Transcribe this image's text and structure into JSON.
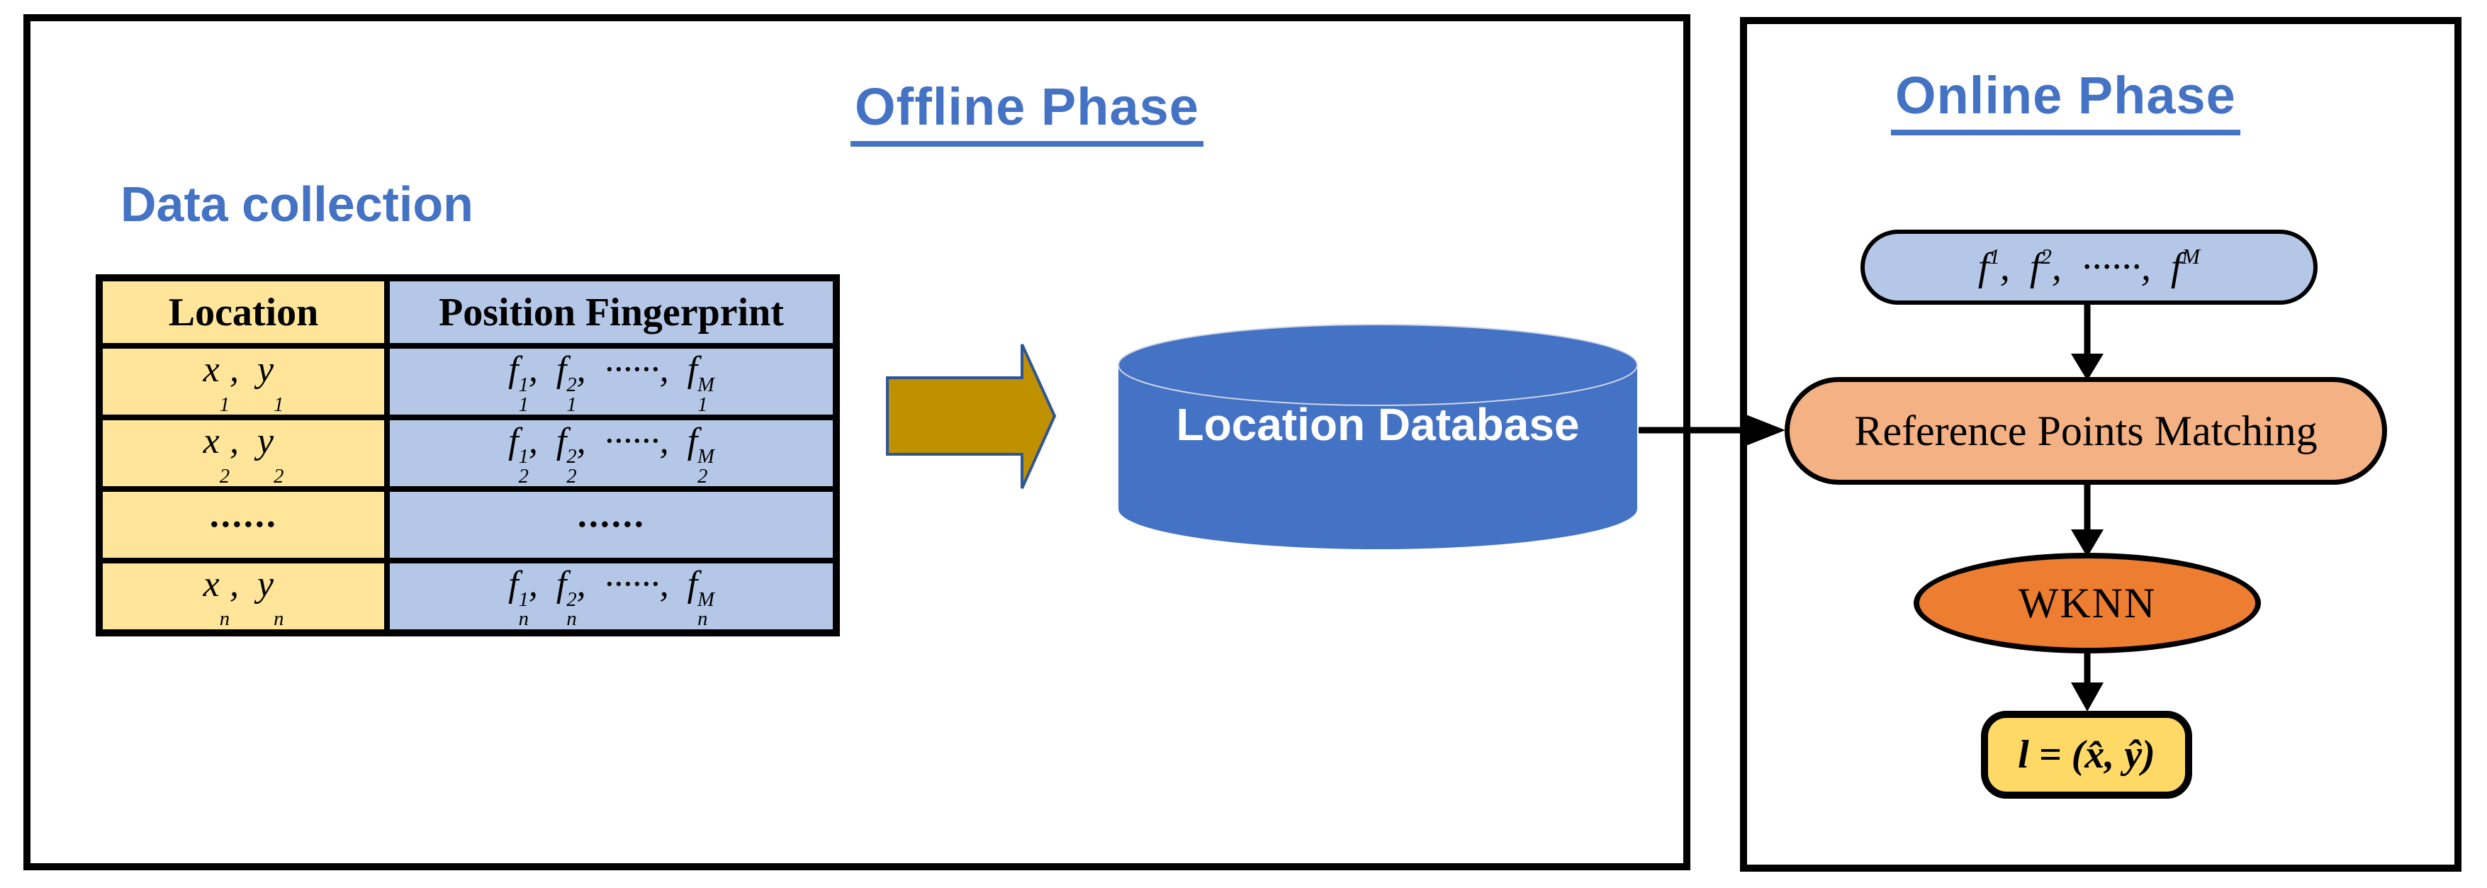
{
  "offline": {
    "title": "Offline Phase",
    "section_label": "Data collection",
    "table": {
      "headers": [
        "Location",
        "Position Fingerprint"
      ],
      "rows": [
        {
          "location": [
            {
              "t": "x",
              "sub": "1"
            },
            {
              "t": ",  "
            },
            {
              "t": "y",
              "sub": "1"
            }
          ],
          "fingerprint": [
            {
              "t": "f",
              "sub": "1",
              "sup": "1"
            },
            {
              "t": ",  "
            },
            {
              "t": "f",
              "sub": "1",
              "sup": "2"
            },
            {
              "t": ",  ······,  "
            },
            {
              "t": "f",
              "sub": "1",
              "sup": "M"
            }
          ]
        },
        {
          "location": [
            {
              "t": "x",
              "sub": "2"
            },
            {
              "t": ",  "
            },
            {
              "t": "y",
              "sub": "2"
            }
          ],
          "fingerprint": [
            {
              "t": "f",
              "sub": "2",
              "sup": "1"
            },
            {
              "t": ",  "
            },
            {
              "t": "f",
              "sub": "2",
              "sup": "2"
            },
            {
              "t": ",  ······,  "
            },
            {
              "t": "f",
              "sub": "2",
              "sup": "M"
            }
          ]
        },
        {
          "location": [
            {
              "t": "······"
            }
          ],
          "fingerprint": [
            {
              "t": "······"
            }
          ]
        },
        {
          "location": [
            {
              "t": "x",
              "sub": "n"
            },
            {
              "t": ",  "
            },
            {
              "t": "y",
              "sub": "n"
            }
          ],
          "fingerprint": [
            {
              "t": "f",
              "sub": "n",
              "sup": "1"
            },
            {
              "t": ",  "
            },
            {
              "t": "f",
              "sub": "n",
              "sup": "2"
            },
            {
              "t": ",  ······,  "
            },
            {
              "t": "f",
              "sub": "n",
              "sup": "M"
            }
          ]
        }
      ]
    },
    "database_label": "Location Database"
  },
  "online": {
    "title": "Online Phase",
    "input": [
      {
        "t": "f",
        "sup": "1"
      },
      {
        "t": ",  "
      },
      {
        "t": "f",
        "sup": "2"
      },
      {
        "t": ",  ······,  "
      },
      {
        "t": "f",
        "sup": "M"
      }
    ],
    "step1": "Reference Points Matching",
    "step2": "WKNN",
    "output": [
      {
        "t": "l = ("
      },
      {
        "t": "x̂"
      },
      {
        "t": ", "
      },
      {
        "t": "ŷ"
      },
      {
        "t": ")"
      }
    ]
  },
  "colors": {
    "blue": "#4472C4",
    "blue-light": "#B4C7E7",
    "yellow-light": "#FFE599",
    "yellow": "#FFD966",
    "peach": "#F4B183",
    "orange": "#ED7D31",
    "gold": "#BF9000",
    "gold-outline": "#2F5597",
    "line": "#000000"
  }
}
